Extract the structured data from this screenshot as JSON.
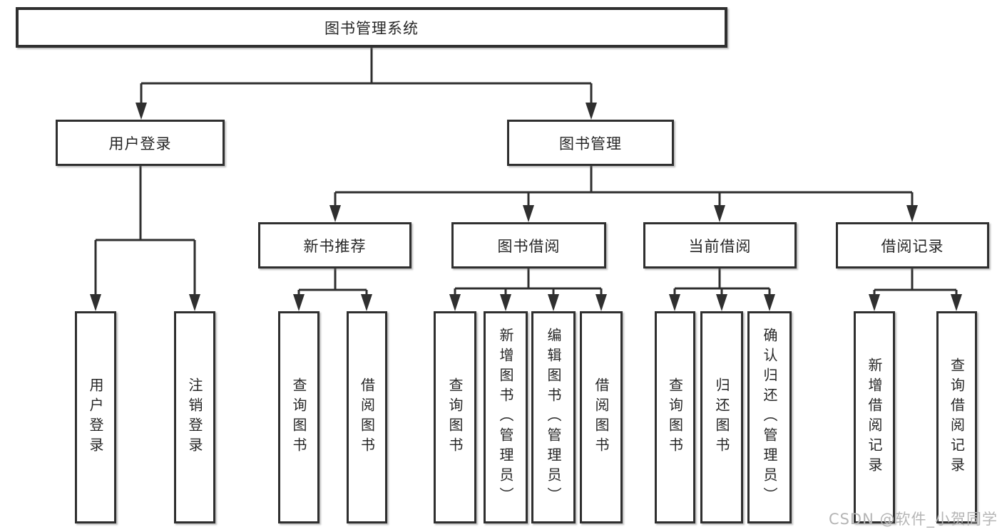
{
  "diagram": {
    "root": {
      "label": "图书管理系统"
    },
    "level1": [
      {
        "label": "用户登录"
      },
      {
        "label": "图书管理"
      }
    ],
    "level2": [
      {
        "label": "新书推荐"
      },
      {
        "label": "图书借阅"
      },
      {
        "label": "当前借阅"
      },
      {
        "label": "借阅记录"
      }
    ],
    "leaves": [
      {
        "label": "用户登录"
      },
      {
        "label": "注销登录"
      },
      {
        "label": "查询图书"
      },
      {
        "label": "借阅图书"
      },
      {
        "label": "查询图书"
      },
      {
        "label": "新增图书（管理员）"
      },
      {
        "label": "编辑图书（管理员）"
      },
      {
        "label": "借阅图书"
      },
      {
        "label": "查询图书"
      },
      {
        "label": "归还图书"
      },
      {
        "label": "确认归还（管理员）"
      },
      {
        "label": "新增借阅记录"
      },
      {
        "label": "查询借阅记录"
      }
    ]
  },
  "watermark": {
    "text": "CSDN @软件_小贺同学"
  },
  "colors": {
    "line": "#2f2f2f",
    "text": "#262626",
    "watermark": "#b5b5b5",
    "background": "#ffffff"
  }
}
